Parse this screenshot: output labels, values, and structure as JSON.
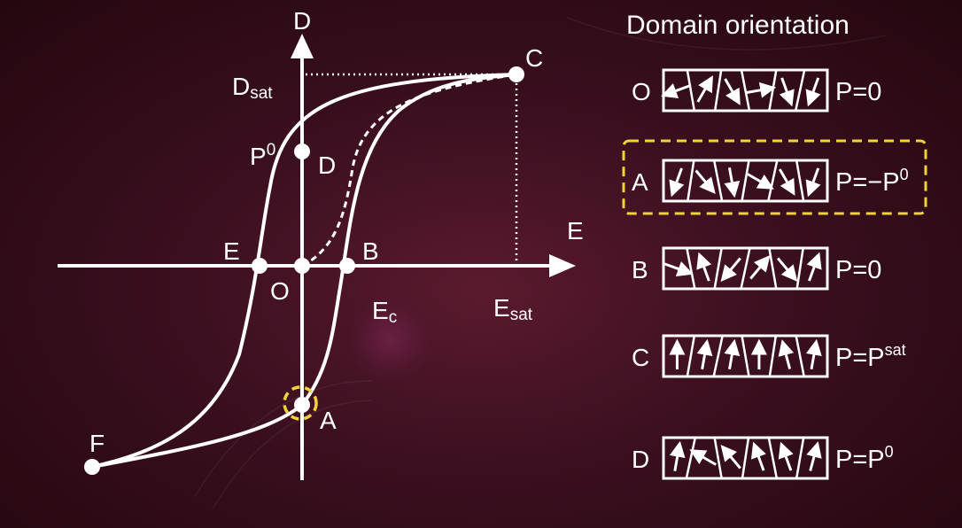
{
  "graph": {
    "axis_y_label": "D",
    "axis_x_label": "E",
    "dsat_main": "D",
    "dsat_sub": "sat",
    "p0_main": "P",
    "p0_sup": "0",
    "esat_main": "E",
    "esat_sub": "sat",
    "ec_main": "E",
    "ec_sub": "c",
    "points": {
      "O": "O",
      "A": "A",
      "B": "B",
      "C": "C",
      "D": "D",
      "E": "E",
      "F": "F"
    }
  },
  "panel": {
    "title": "Domain orientation",
    "rows": [
      {
        "label": "O",
        "eq_main": "P=0",
        "eq_sup": "",
        "highlighted": false,
        "arrow_angles": [
          250,
          30,
          150,
          80,
          160,
          200
        ]
      },
      {
        "label": "A",
        "eq_main": "P=−P",
        "eq_sup": "0",
        "highlighted": true,
        "arrow_angles": [
          200,
          140,
          170,
          120,
          150,
          200
        ]
      },
      {
        "label": "B",
        "eq_main": "P=0",
        "eq_sup": "",
        "highlighted": false,
        "arrow_angles": [
          110,
          340,
          220,
          40,
          140,
          20
        ]
      },
      {
        "label": "C",
        "eq_main": "P=P",
        "eq_sup": "sat",
        "highlighted": false,
        "arrow_angles": [
          0,
          10,
          10,
          0,
          345,
          10
        ]
      },
      {
        "label": "D",
        "eq_main": "P=P",
        "eq_sup": "0",
        "highlighted": false,
        "arrow_angles": [
          10,
          300,
          320,
          340,
          340,
          15
        ]
      }
    ]
  },
  "colors": {
    "highlight": "#f0d23c",
    "foreground": "#ffffff"
  }
}
